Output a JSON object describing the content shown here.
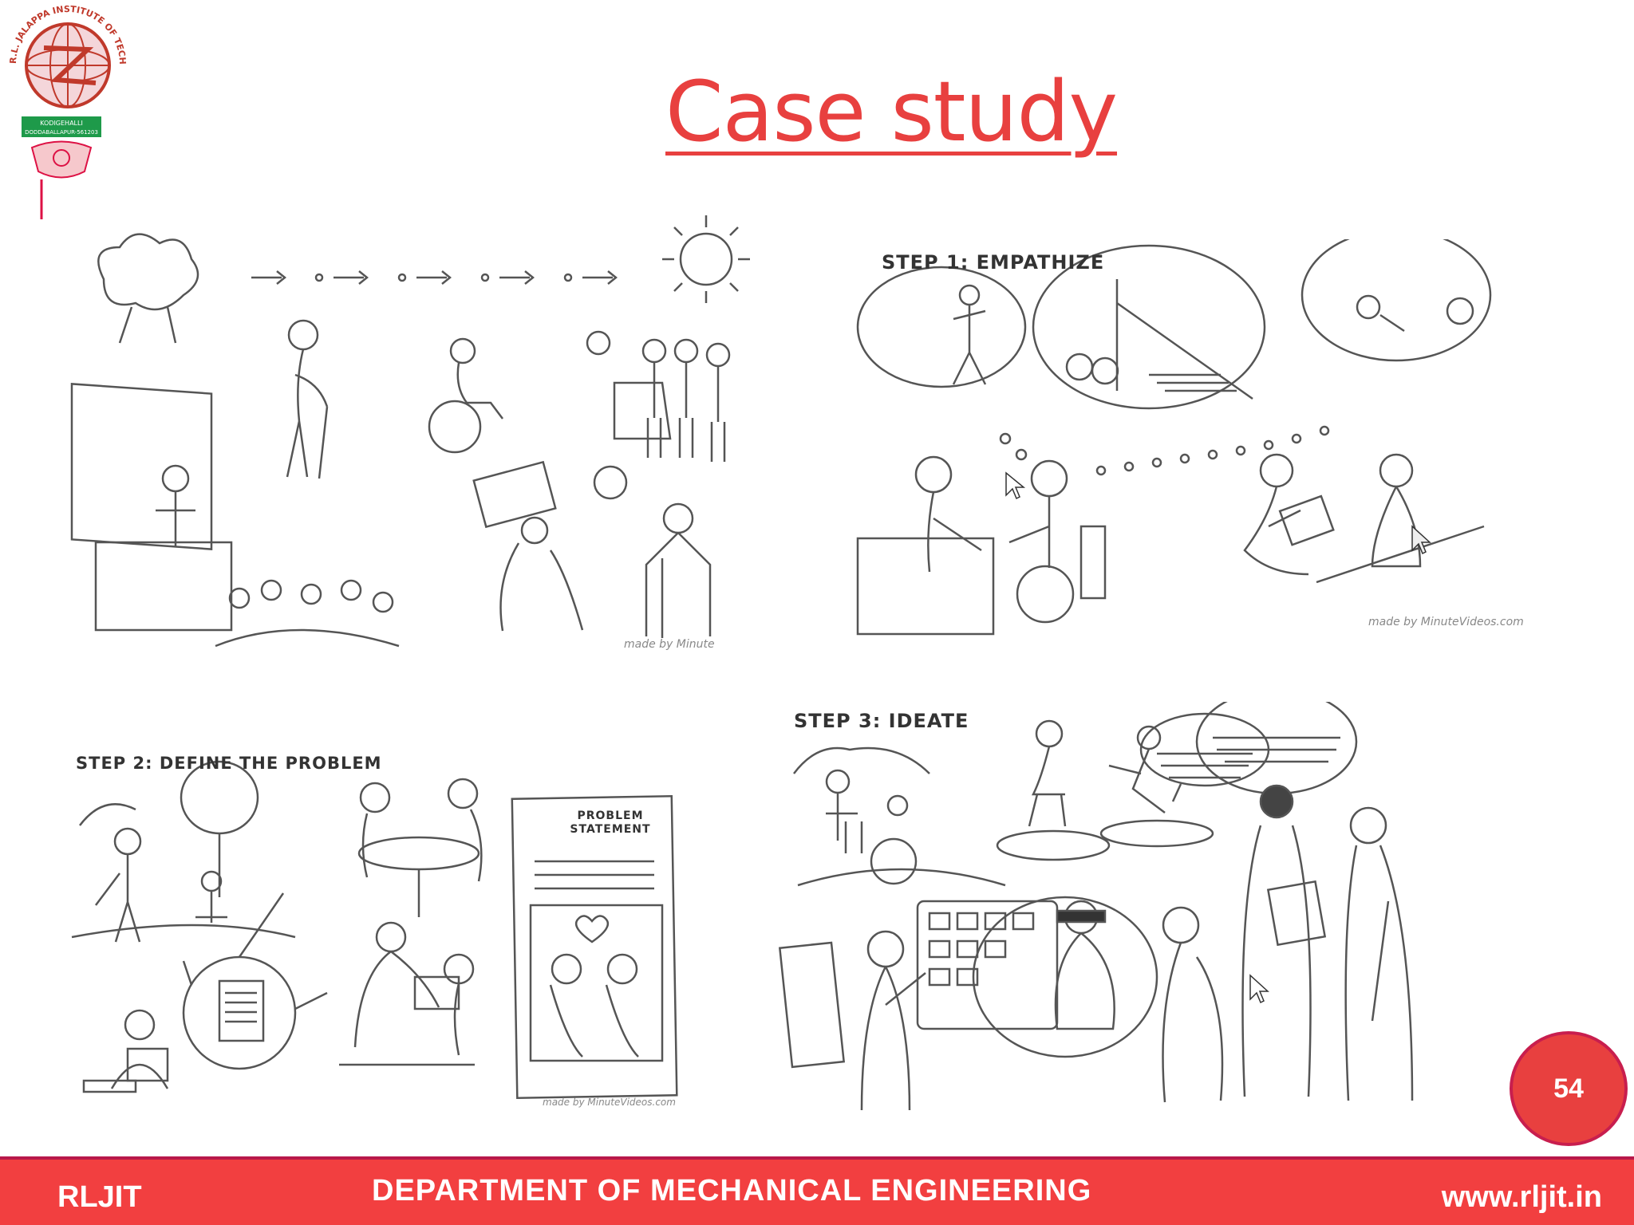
{
  "logo": {
    "ring_text": "R.L. JALAPPA INSTITUTE OF TECHNOLOGY",
    "address_line1": "KODIGEHALLI",
    "address_line2": "DODDABALLAPUR-561203"
  },
  "title": "Case study",
  "panels": {
    "overview": {
      "credit": "made by Minute"
    },
    "empathize": {
      "label": "STEP 1: EMPATHIZE",
      "credit": "made by MinuteVideos.com"
    },
    "define": {
      "label": "STEP 2: DEFINE THE PROBLEM",
      "note": "PROBLEM STATEMENT",
      "credit": "made by MinuteVideos.com"
    },
    "ideate": {
      "label": "STEP 3: IDEATE"
    }
  },
  "page_number": "54",
  "footer": {
    "left": "RLJIT",
    "center": "DEPARTMENT OF MECHANICAL ENGINEERING",
    "right": "www.rljit.in"
  },
  "colors": {
    "accent": "#e8403f",
    "footer": "#f23f40",
    "footer_border": "#b8184a"
  }
}
